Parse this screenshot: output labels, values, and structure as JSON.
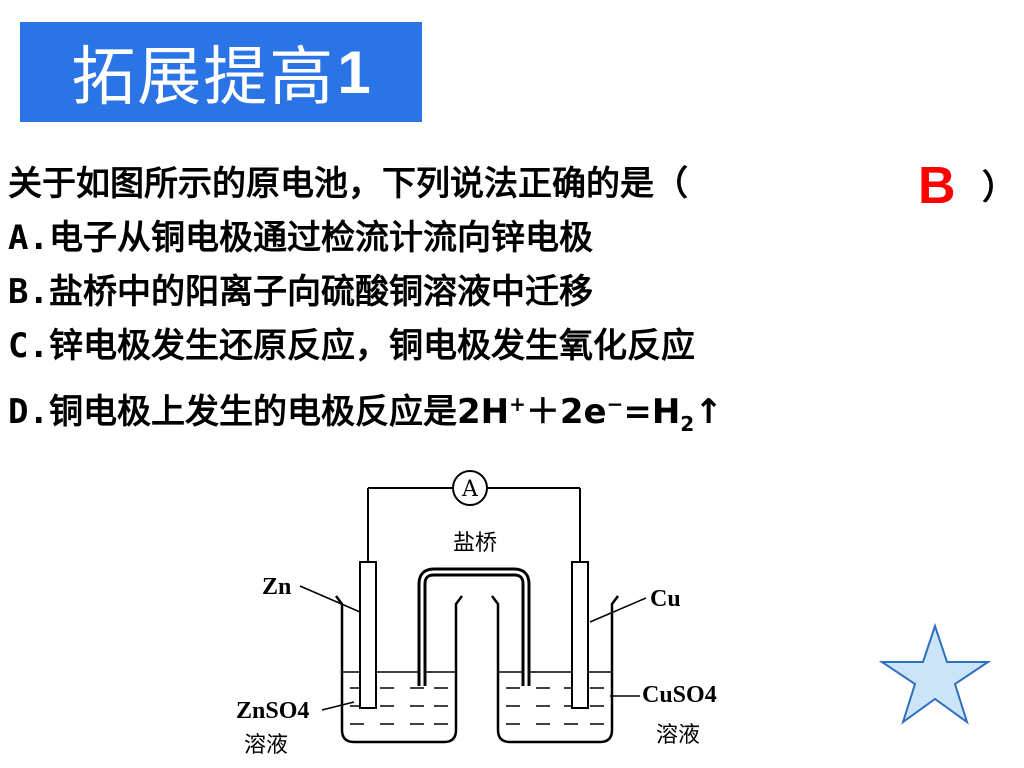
{
  "title": {
    "text": "拓展提高",
    "number": "1"
  },
  "question": {
    "stem": "关于如图所示的原电池，下列说法正确的是（",
    "stem_close": "）",
    "answer": "B",
    "options": [
      {
        "letter": "A.",
        "text": "电子从铜电极通过检流计流向锌电极"
      },
      {
        "letter": "B.",
        "text": "盐桥中的阳离子向硫酸铜溶液中迁移"
      },
      {
        "letter": "C.",
        "text": "锌电极发生还原反应，铜电极发生氧化反应"
      },
      {
        "letter": "D.",
        "text_before": "铜电极上发生的电极反应是2H",
        "plus1": "+",
        "mid": "＋2e",
        "minus": "−",
        "eq": "=H",
        "sub": "2",
        "arrow": "↑"
      }
    ]
  },
  "diagram": {
    "ammeter": "A",
    "salt_bridge": "盐桥",
    "left_electrode": "Zn",
    "right_electrode": "Cu",
    "left_solution_1": "ZnSO4",
    "left_solution_2": "溶液",
    "right_solution_1": "CuSO4",
    "right_solution_2": "溶液"
  },
  "colors": {
    "title_bg": "#2b74e6",
    "answer": "#ff0000",
    "star_fill": "#cce4f7",
    "star_stroke": "#2f6fc0"
  }
}
